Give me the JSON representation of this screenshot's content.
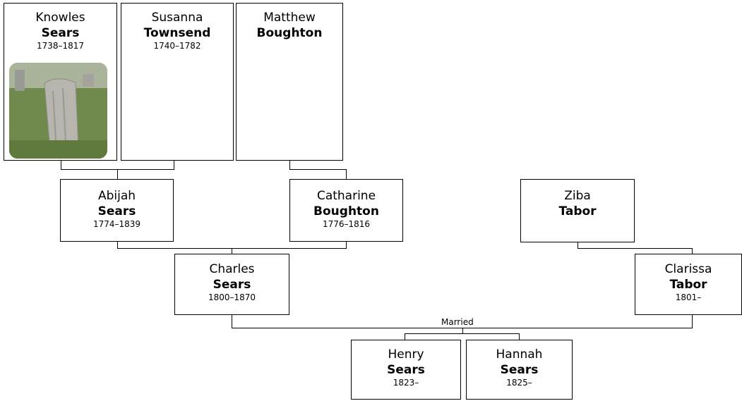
{
  "people": {
    "knowles": {
      "given": "Knowles",
      "surname": "Sears",
      "dates": "1738–1817"
    },
    "susanna": {
      "given": "Susanna",
      "surname": "Townsend",
      "dates": "1740–1782"
    },
    "matthew": {
      "given": "Matthew",
      "surname": "Boughton",
      "dates": ""
    },
    "abijah": {
      "given": "Abijah",
      "surname": "Sears",
      "dates": "1774–1839"
    },
    "catharine": {
      "given": "Catharine",
      "surname": "Boughton",
      "dates": "1776–1816"
    },
    "ziba": {
      "given": "Ziba",
      "surname": "Tabor",
      "dates": ""
    },
    "charles": {
      "given": "Charles",
      "surname": "Sears",
      "dates": "1800–1870"
    },
    "clarissa": {
      "given": "Clarissa",
      "surname": "Tabor",
      "dates": "1801–"
    },
    "henry": {
      "given": "Henry",
      "surname": "Sears",
      "dates": "1823–"
    },
    "hannah": {
      "given": "Hannah",
      "surname": "Sears",
      "dates": "1825–"
    }
  },
  "relations": {
    "married_label": "Married"
  },
  "colors": {
    "line": "#000000",
    "box_border": "#000000",
    "background": "#ffffff"
  }
}
